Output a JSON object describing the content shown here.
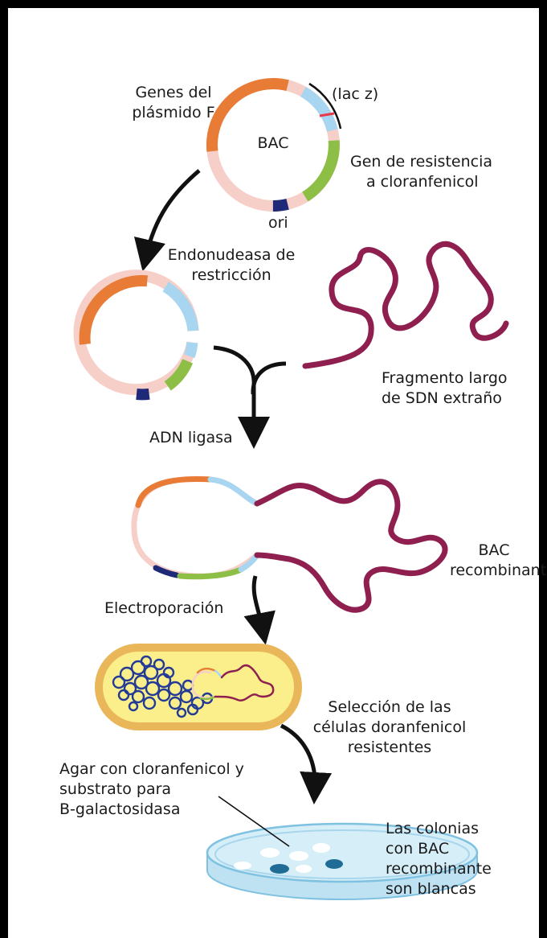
{
  "labels": {
    "genes_f_l1": "Genes del",
    "genes_f_l2": "plásmido F",
    "lacz": "(lac z)",
    "bac": "BAC",
    "resist_l1": "Gen de resistencia",
    "resist_l2": "a cloranfenicol",
    "ori": "ori",
    "endo_l1": "Endonudeasa de",
    "endo_l2": "restricción",
    "frag_l1": "Fragmento largo",
    "frag_l2": "de SDN extraño",
    "ligasa": "ADN ligasa",
    "bac_rec_l1": "BAC",
    "bac_rec_l2": "recombinante",
    "electro": "Electroporación",
    "seleccion_l1": "Selección de las",
    "seleccion_l2": "células doranfenicol",
    "seleccion_l3": "resistentes",
    "agar_l1": "Agar con cloranfenicol y",
    "agar_l2": "substrato para",
    "agar_l3": "B-galactosidasa",
    "colonias_l1": "Las colonias",
    "colonias_l2": "con BAC",
    "colonias_l3": "recombinante",
    "colonias_l4": "son blancas"
  },
  "colors": {
    "f_genes": "#e87b35",
    "plasmid_pink": "#f6cfc8",
    "lacz_blue": "#a8d5ef",
    "cut_site": "#e8394a",
    "resistance": "#8dbf47",
    "ori": "#1e2a78",
    "foreign_dna": "#8e1f4f",
    "cell_outer": "#e9b65a",
    "cell_inner": "#fbef8c",
    "chromosome": "#233a96",
    "agar": "#d6eef8",
    "colony_recombinant": "#ffffff",
    "colony_blue": "#1f6c97"
  }
}
